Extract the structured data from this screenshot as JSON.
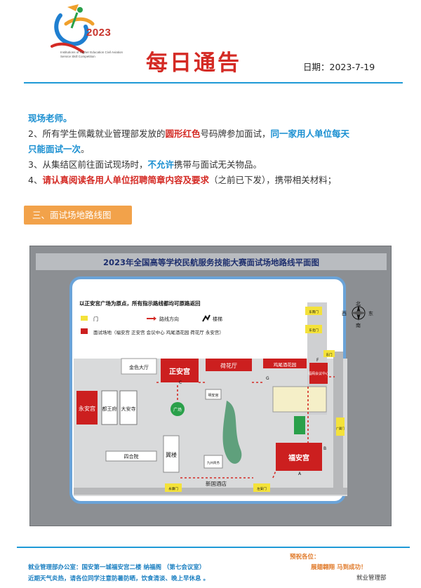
{
  "header": {
    "logo": {
      "year": "2023",
      "subtitle": "Institutions of Higher Education Civil Aviation Service Skill Competition"
    },
    "title": "每日通告",
    "date_label": "日期：",
    "date_value": "2023-7-19"
  },
  "body": {
    "line1": "现场老师。",
    "item2": {
      "prefix": "2、所有学生佩戴就业管理部发放的",
      "highlight_red": "圆形红色",
      "middle": "号码牌参加面试，",
      "highlight_blue_a": "同一家用人单位每天",
      "highlight_blue_b": "只能面试一次",
      "suffix": "。"
    },
    "item3": {
      "prefix": "3、从集结区前往面试现场时，",
      "highlight_blue": "不允许",
      "suffix": "携带与面试无关物品。"
    },
    "item4": {
      "prefix": "4、",
      "highlight_red": "请认真阅读各用人单位招聘简章内容及要求",
      "suffix": "（之前已下发），携带相关材料；"
    }
  },
  "section": {
    "label": "三、面试场地路线图"
  },
  "map": {
    "title": "2023年全国高等学校民航服务技能大赛面试场地路线平面图",
    "note": "以正安宫广场为原点，所有指示路线都均可原路返回",
    "legend": {
      "gate": "门",
      "route": "路线方向",
      "stairs": "楼梯",
      "venue": "面试场地（福安宫  正安宫  会议中心  鸡尾酒花园  荷花厅  永安宫）"
    },
    "compass": {
      "north": "北",
      "south": "南",
      "east": "东",
      "west": "西"
    },
    "buildings": {
      "zhengan": "正安宫",
      "hehua": "荷花厅",
      "jiwei": "鸡尾酒花园",
      "fuan": "福安宫",
      "yongan": "永安宫",
      "huiyi": "福阁会议中心",
      "jinse": "金色大厅",
      "duwang": "都王府",
      "daan": "大安寺",
      "siheyuan": "四合院",
      "yilou": "翼楼",
      "guangchang": "广场",
      "jiuzhou": "九州商务",
      "xinguo": "新国酒店",
      "mingan": "明安宫"
    },
    "gates": {
      "dongmen": "东南门",
      "dongbeimen": "东北门",
      "dongmen2": "东门",
      "yongkang": "永康门",
      "zuoan": "左安门",
      "guangmen": "广渠门"
    },
    "path_letters": {
      "a": "A",
      "b": "B",
      "c": "C",
      "f": "F",
      "g": "G"
    },
    "colors": {
      "venue": "#cc1f1f",
      "gate": "#f4e23a",
      "route": "#d42a24",
      "walkway": "#2a7fd4"
    }
  },
  "footer": {
    "office": "就业管理部办公室：国安第一城福安宫二楼 纳福阁 （第七会议室）",
    "tip": "近期天气炎热，请各位同学注意防暑防晒，饮食清淡、晚上早休息 。",
    "wish_1": "预祝各位：",
    "wish_2": "展翅翱翔  马到成功！",
    "signature": "就业管理部"
  }
}
